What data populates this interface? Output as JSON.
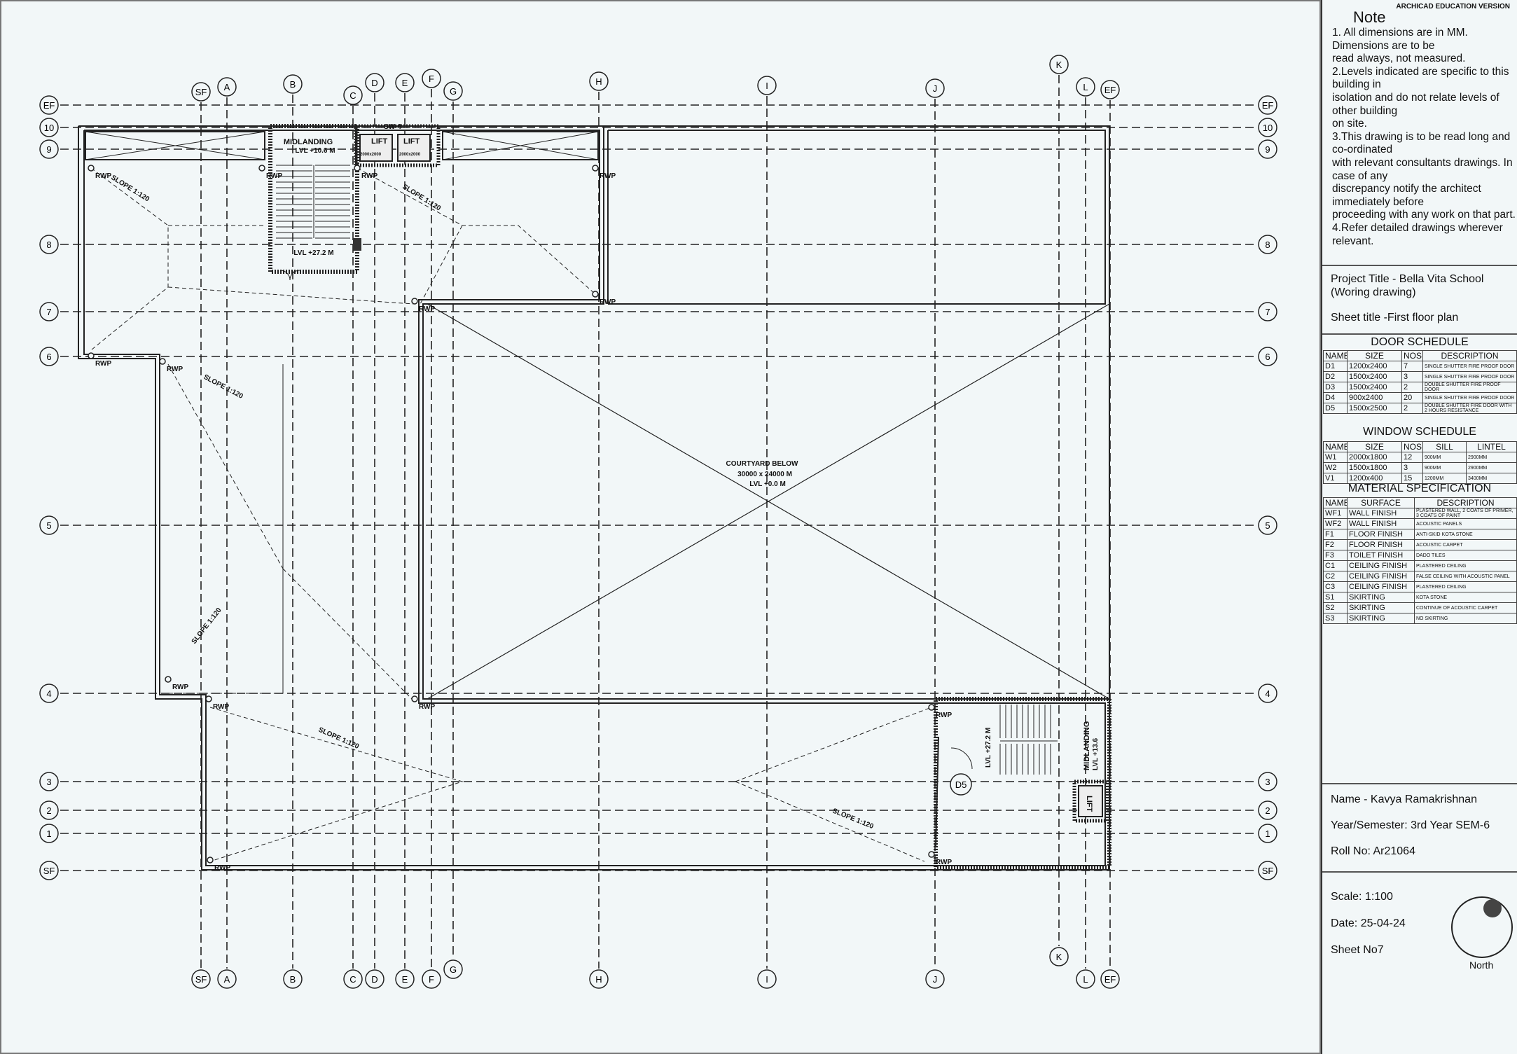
{
  "grid": {
    "vertical_top": [
      "SF",
      "A",
      "B",
      "C",
      "D",
      "E",
      "F",
      "G",
      "H",
      "I",
      "J",
      "K",
      "L",
      "EF"
    ],
    "vertical_bottom": [
      "SF",
      "A",
      "B",
      "C",
      "D",
      "E",
      "F",
      "G",
      "H",
      "I",
      "J",
      "K",
      "L",
      "EF"
    ],
    "horizontal_left": [
      "EF",
      "10",
      "9",
      "8",
      "7",
      "6",
      "5",
      "4",
      "3",
      "2",
      "1",
      "SF"
    ],
    "horizontal_right": [
      "EF",
      "10",
      "9",
      "8",
      "7",
      "6",
      "5",
      "4",
      "3",
      "2",
      "1",
      "SF"
    ]
  },
  "plan_labels": {
    "midlanding_1": "MIDLANDING",
    "midlanding_1_lvl": "LVL +10.6 M",
    "lvl_stair_1": "LVL +27.2 M",
    "lift_1": "LIFT",
    "lift_2": "LIFT",
    "lift_size": "2000x2000",
    "sw": "SW-4",
    "rwp": "RWP",
    "slope": "SLOPE 1:120",
    "courtyard_1": "COURTYARD BELOW",
    "courtyard_2": "30000 x 24000 M",
    "courtyard_3": "LVL +0.0 M",
    "midlanding_2": "MIDLANDING",
    "midlanding_2_lvl": "LVL +13.6",
    "lvl_stair_2": "LVL +27.2 M",
    "lift_3": "LIFT",
    "door_tag": "D5"
  },
  "title_block": {
    "edu": "ARCHICAD EDUCATION VERSION",
    "note_heading": "Note",
    "notes": [
      "1. All dimensions are in MM. Dimensions are to be",
      "read always, not measured.",
      "2.Levels indicated are specific to this building in",
      "isolation and do not relate levels of other building",
      "on site.",
      "3.This drawing is to be read long and co-ordinated",
      "with relevant consultants drawings. In case of any",
      "discrepancy notify the architect immediately before",
      "proceeding with any work on that part.",
      "4.Refer detailed drawings wherever relevant."
    ],
    "project_title_1": "Project Title - Bella Vita School",
    "project_title_2": "(Woring drawing)",
    "sheet_title": "Sheet title -First floor plan",
    "door_schedule": {
      "title": "DOOR SCHEDULE",
      "headers": [
        "NAME",
        "SIZE",
        "NOS",
        "DESCRIPTION"
      ],
      "rows": [
        [
          "D1",
          "1200x2400",
          "7",
          "SINGLE SHUTTER FIRE PROOF DOOR"
        ],
        [
          "D2",
          "1500x2400",
          "3",
          "SINGLE SHUTTER FIRE PROOF DOOR"
        ],
        [
          "D3",
          "1500x2400",
          "2",
          "DOUBLE SHUTTER FIRE PROOF DOOR"
        ],
        [
          "D4",
          "900x2400",
          "20",
          "SINGLE SHUTTER FIRE PROOF DOOR"
        ],
        [
          "D5",
          "1500x2500",
          "2",
          "DOUBLE SHUTTER FIRE DOOR WITH 2 HOURS RESISTANCE"
        ]
      ]
    },
    "window_schedule": {
      "title": "WINDOW SCHEDULE",
      "headers": [
        "NAME",
        "SIZE",
        "NOS",
        "SILL",
        "LINTEL"
      ],
      "rows": [
        [
          "W1",
          "2000x1800",
          "12",
          "900MM",
          "2900MM"
        ],
        [
          "W2",
          "1500x1800",
          "3",
          "900MM",
          "2900MM"
        ],
        [
          "V1",
          "1200x400",
          "15",
          "1200MM",
          "3400MM"
        ]
      ]
    },
    "material_spec": {
      "title": "MATERIAL SPECIFICATION",
      "headers": [
        "NAME",
        "SURFACE",
        "DESCRIPTION"
      ],
      "rows": [
        [
          "WF1",
          "WALL FINISH",
          "PLASTERED WALL, 2 COATS OF PRIMER, 3 COATS OF PAINT"
        ],
        [
          "WF2",
          "WALL FINISH",
          "ACOUSTIC PANELS"
        ],
        [
          "F1",
          "FLOOR FINISH",
          "ANTI-SKID KOTA STONE"
        ],
        [
          "F2",
          "FLOOR FINISH",
          "ACOUSTIC CARPET"
        ],
        [
          "F3",
          "TOILET FINISH",
          "DADO TILES"
        ],
        [
          "C1",
          "CEILING FINISH",
          "PLASTERED CEILING"
        ],
        [
          "C2",
          "CEILING FINISH",
          "FALSE CEILING WITH ACOUSTIC PANEL"
        ],
        [
          "C3",
          "CEILING FINISH",
          "PLASTERED CEILING"
        ],
        [
          "S1",
          "SKIRTING",
          "KOTA STONE"
        ],
        [
          "S2",
          "SKIRTING",
          "CONTINUE OF ACOUSTIC CARPET"
        ],
        [
          "S3",
          "SKIRTING",
          "NO SKIRTING"
        ]
      ]
    },
    "name": "Name -  Kavya Ramakrishnan",
    "year": "Year/Semester: 3rd Year SEM-",
    "year_suffix": "6",
    "roll": "Roll No: Ar21064",
    "scale": "Scale: 1:100",
    "date": "Date: 25-04-24",
    "sheet_no": "Sheet No7",
    "north": "North"
  }
}
